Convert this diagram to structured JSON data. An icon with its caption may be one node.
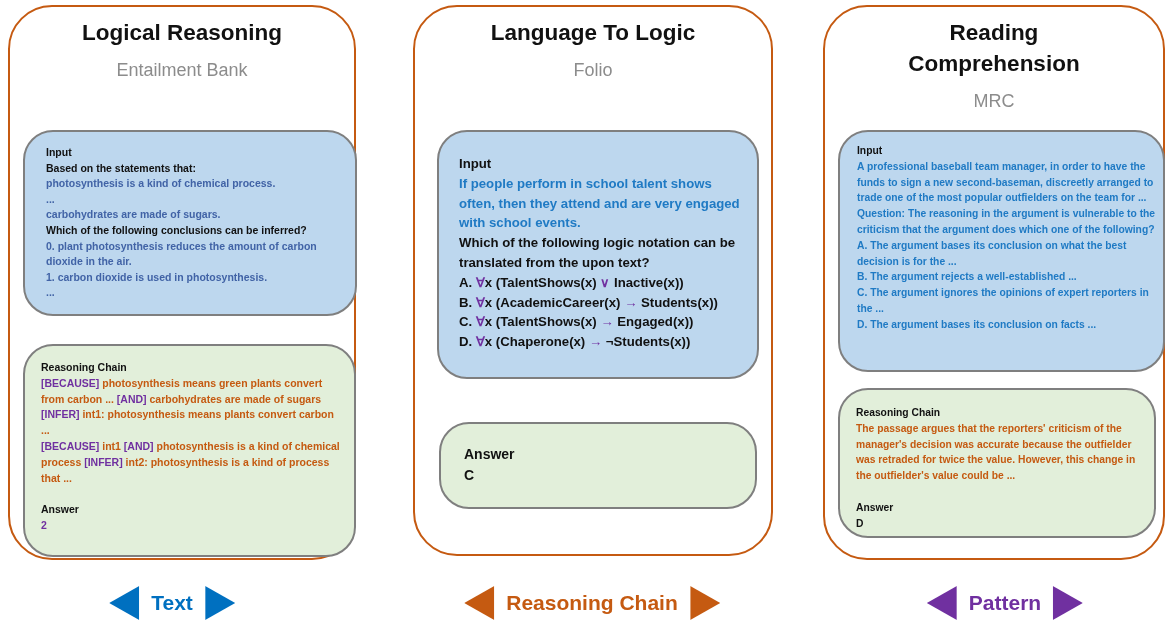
{
  "diagram": {
    "nodes": [
      {
        "text": [
          "Logical Reasoning",
          "Entailment Bank"
        ]
      },
      {
        "text": [
          "Input",
          "Based on the statements that:",
          "photosynthesis is a kind of chemical process.",
          "...",
          "carbohydrates are made of sugars.",
          "Which of the following conclusions can be inferred?",
          "0. plant photosynthesis reduces the amount of carbon dioxide in the air.",
          "1. carbon dioxide is used in photosynthesis.",
          "..."
        ],
        "in": 0
      },
      {
        "text": [
          "Reasoning Chain",
          "**[BECAUSE]** photosynthesis means green plants convert from carbon ... **[AND]** carbohydrates are made of sugars **[INFER]** int1: photosynthesis means plants convert carbon ...",
          "**[BECAUSE]** int1 **[AND]** photosynthesis is a kind of chemical process **[INFER]** int2: photosynthesis is a kind of process that ...",
          "Answer",
          "2"
        ],
        "in": 0
      },
      {
        "text": [
          "Language To Logic",
          "Folio"
        ]
      },
      {
        "text": [
          "Input",
          "If people perform in school talent shows often, then they attend and are very engaged with school events.",
          "Which of the following logic notation can be translated from the upon text?",
          "A. **∀**x (TalentShows(x) **∨** Inactive(x))",
          "B. **∀**x (AcademicCareer(x) **→** Students(x))",
          "C. **∀**x (TalentShows(x) **→** Engaged(x))",
          "D. **∀**x (Chaperone(x) **→** ¬Students(x))"
        ],
        "in": 3
      },
      {
        "text": [
          "Answer",
          "C"
        ],
        "in": 3
      },
      {
        "text": [
          "Reading Comprehension",
          "MRC"
        ]
      },
      {
        "text": [
          "Input",
          "A professional baseball team manager, in order to have the funds to sign a new second-baseman, discreetly arranged to trade one of the most popular outfielders on the team for ...",
          "Question: The reasoning in the argument is vulnerable to the criticism that the argument does which one of the following?",
          "A. The argument bases its conclusion on what the best decision is for the ...",
          "B. The argument rejects a well-established ...",
          "C. The argument ignores the opinions of expert reporters in the ...",
          "D. The argument bases its conclusion on facts ..."
        ],
        "in": 6
      },
      {
        "text": [
          "Reasoning Chain",
          "The passage argues that the reporters' criticism of the manager's decision was accurate because the outfielder was retraded for twice the value. However, this change in the outfielder's value could be ...",
          "Answer",
          "D"
        ],
        "in": 6
      }
    ],
    "labels": [
      "Text",
      "Reasoning Chain",
      "Pattern"
    ]
  }
}
